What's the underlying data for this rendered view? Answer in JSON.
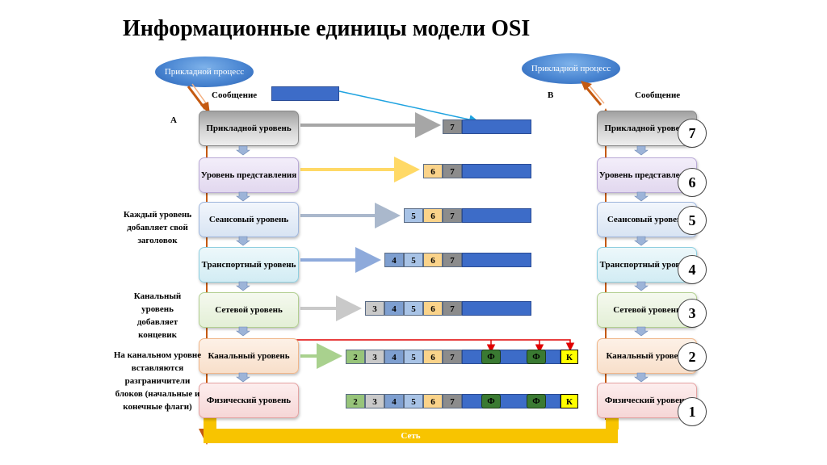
{
  "title": "Информационные единицы модели OSI",
  "left_process": "Прикладной процесс",
  "right_process": "Прикладной процесс",
  "label_A": "А",
  "label_B": "В",
  "message_left": "Сообщение",
  "message_right": "Сообщение",
  "network": "Сеть",
  "layers": [
    {
      "name": "Прикладной уровень",
      "num": "7"
    },
    {
      "name": "Уровень представления",
      "num": "6"
    },
    {
      "name": "Сеансовый уровень",
      "num": "5"
    },
    {
      "name": "Транспортный уровень",
      "num": "4"
    },
    {
      "name": "Сетевой уровень",
      "num": "3"
    },
    {
      "name": "Канальный уровень",
      "num": "2"
    },
    {
      "name": "Физический уровень",
      "num": "1"
    }
  ],
  "side_notes": {
    "header_note": "Каждый уровень добавляет свой заголовок",
    "trailer_note": "Канальный уровень добавляет концевик",
    "flags_note": "На канальном уровне вставляются разграничители блоков (начальные и конечные флаги)"
  },
  "header_labels": {
    "h7": "7",
    "h6": "6",
    "h5": "5",
    "h4": "4",
    "h3": "3",
    "h2": "2"
  },
  "flag_label": "Ф",
  "trailer_label": "К",
  "colors": {
    "arrow7": "#a6a6a6",
    "arrow6": "#ffd966",
    "arrow5": "#aab8cc",
    "arrow4": "#8eaadb",
    "arrow3": "#c9c9c9",
    "arrow2": "#a9d18e",
    "message_arrow": "#1fa3e0",
    "flag_arrow": "#e00000",
    "vertical_arrow": "#c55a11",
    "network": "#f8c400",
    "data": "#3d6cc8"
  }
}
